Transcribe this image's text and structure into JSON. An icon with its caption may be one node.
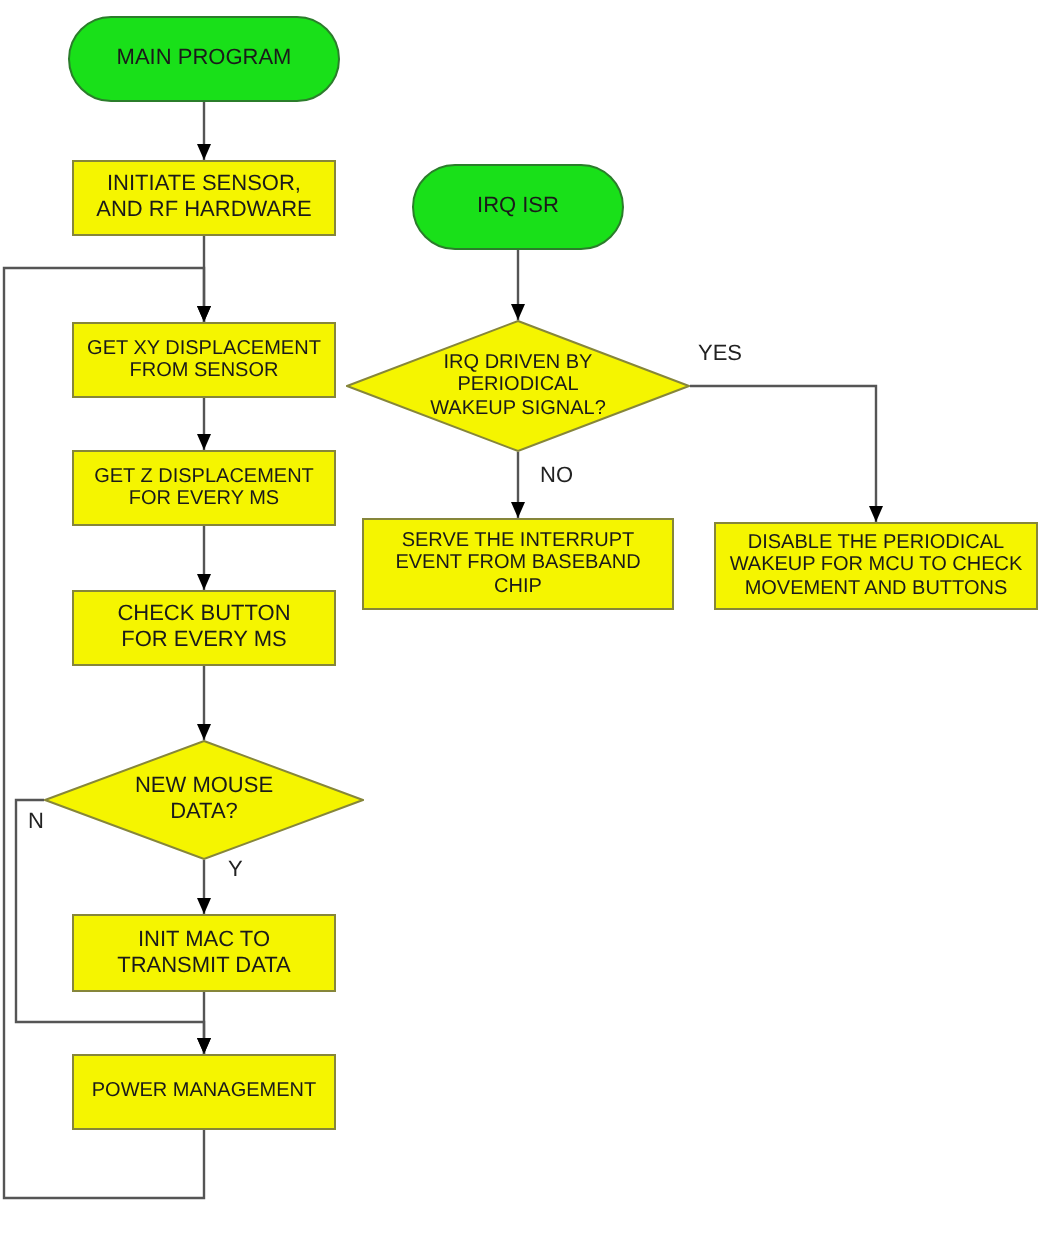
{
  "diagram": {
    "nodes": [
      {
        "text": [
          "MAIN PROGRAM"
        ]
      },
      {
        "text": [
          "INITIATE SENSOR, AND RF HARDWARE"
        ]
      },
      {
        "text": [
          "GET XY DISPLACEMENT FROM SENSOR"
        ]
      },
      {
        "text": [
          "GET Z DISPLACEMENT FOR EVERY MS"
        ]
      },
      {
        "text": [
          "CHECK BUTTON FOR EVERY MS"
        ]
      },
      {
        "text": [
          "NEW MOUSE DATA?"
        ]
      },
      {
        "text": [
          "INIT MAC TO TRANSMIT DATA"
        ]
      },
      {
        "text": [
          "POWER MANAGEMENT"
        ]
      },
      {
        "text": [
          "IRQ ISR"
        ]
      },
      {
        "text": [
          "IRQ DRIVEN BY PERIODICAL WAKEUP SIGNAL?"
        ]
      },
      {
        "text": [
          "SERVE THE INTERRUPT EVENT FROM BASEBAND CHIP"
        ]
      },
      {
        "text": [
          "DISABLE THE PERIODICAL WAKEUP FOR MCU TO CHECK MOVEMENT AND BUTTONS"
        ]
      }
    ],
    "edges": [
      {
        "from": 0,
        "to": 1,
        "arrow": "to"
      },
      {
        "from": 1,
        "to": 2,
        "arrow": "to"
      },
      {
        "from": 2,
        "to": 3,
        "arrow": "to"
      },
      {
        "from": 3,
        "to": 4,
        "arrow": "to"
      },
      {
        "from": 4,
        "to": 5,
        "arrow": "to"
      },
      {
        "from": 5,
        "to": 6,
        "label": "Y",
        "arrow": "to"
      },
      {
        "from": 5,
        "to": 7,
        "label": "N",
        "arrow": "to"
      },
      {
        "from": 6,
        "to": 7,
        "arrow": "to"
      },
      {
        "from": 7,
        "to": 2,
        "arrow": "to"
      },
      {
        "from": 8,
        "to": 9,
        "arrow": "to"
      },
      {
        "from": 9,
        "to": 10,
        "label": "NO",
        "arrow": "to"
      },
      {
        "from": 9,
        "to": 11,
        "label": "YES",
        "arrow": "to"
      }
    ]
  }
}
